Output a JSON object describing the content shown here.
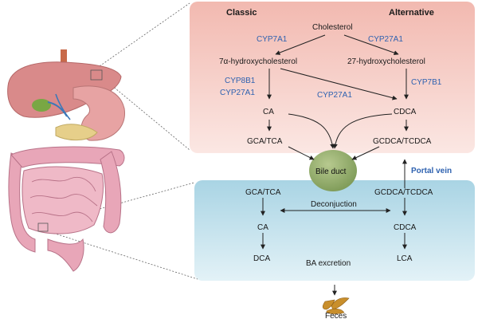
{
  "colors": {
    "liver_panel": "#f4c9c1",
    "intestine_panel": "#bfe0ec",
    "enzyme_text": "#2f62b0",
    "bile_duct": "#8faa6a",
    "liver_organ": "#d98a8a",
    "intestine_organ": "#e8a6b8"
  },
  "labels": {
    "classic": "Classic",
    "alternative": "Alternative",
    "cholesterol": "Cholesterol",
    "cyp7a1": "CYP7A1",
    "cyp27a1_top": "CYP27A1",
    "hydroxy7a": "7α-hydroxycholesterol",
    "hydroxy27": "27-hydroxycholesterol",
    "cyp8b1": "CYP8B1",
    "cyp27a1_left": "CYP27A1",
    "cyp27a1_mid": "CYP27A1",
    "cyp7b1": "CYP7B1",
    "ca_liver": "CA",
    "cdca_liver": "CDCA",
    "gca_tca_liver": "GCA/TCA",
    "gcdca_tcdca_liver": "GCDCA/TCDCA",
    "bile_duct": "Bile duct",
    "portal_vein": "Portal vein",
    "gca_tca_int": "GCA/TCA",
    "gcdca_tcdca_int": "GCDCA/TCDCA",
    "deconjuction": "Deconjuction",
    "ca_int": "CA",
    "cdca_int": "CDCA",
    "dca": "DCA",
    "lca": "LCA",
    "ba_excretion": "BA excretion",
    "feces": "Feces"
  },
  "icons": [
    "digestive-system-illustration",
    "feces-icon",
    "bile-duct-node"
  ]
}
